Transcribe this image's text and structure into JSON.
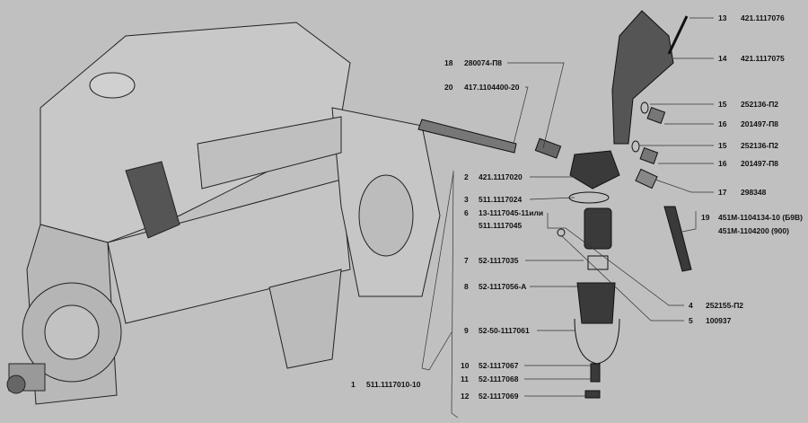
{
  "colors": {
    "background": "#c0c0c0",
    "ink": "#111111",
    "part": "#3a3a3a"
  },
  "callouts": [
    {
      "num": "13",
      "code": "421.1117076"
    },
    {
      "num": "14",
      "code": "421.1117075"
    },
    {
      "num": "15",
      "code": "252136-П2"
    },
    {
      "num": "16",
      "code": "201497-П8"
    },
    {
      "num": "15",
      "code": "252136-П2"
    },
    {
      "num": "16",
      "code": "201497-П8"
    },
    {
      "num": "17",
      "code": "298348"
    },
    {
      "num": "18",
      "code": "280074-П8"
    },
    {
      "num": "20",
      "code": "417.1104400-20"
    },
    {
      "num": "2",
      "code": "421.1117020"
    },
    {
      "num": "3",
      "code": "511.1117024"
    },
    {
      "num": "6",
      "code": "13-1117045-11или",
      "code2": "511.1117045"
    },
    {
      "num": "7",
      "code": "52-1117035"
    },
    {
      "num": "8",
      "code": "52-1117056-А"
    },
    {
      "num": "9",
      "code": "52-50-1117061"
    },
    {
      "num": "10",
      "code": "52-1117067"
    },
    {
      "num": "11",
      "code": "52-1117068"
    },
    {
      "num": "12",
      "code": "52-1117069"
    },
    {
      "num": "19",
      "code": "451М-1104134-10 (Б9В)",
      "code2": "451М-1104200 (900)"
    },
    {
      "num": "4",
      "code": "252155-П2"
    },
    {
      "num": "5",
      "code": "100937"
    },
    {
      "num": "1",
      "code": "511.1117010-10"
    }
  ]
}
